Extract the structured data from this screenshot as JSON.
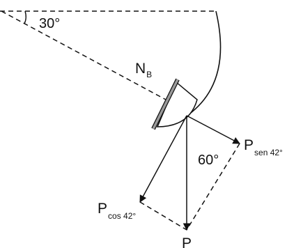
{
  "diagram": {
    "angle_top": "30°",
    "angle_mid": "60°",
    "normal_force": {
      "main": "N",
      "sub": "B"
    },
    "weight": "P",
    "component_cos": {
      "main": "P",
      "sub": "cos 42°"
    },
    "component_sen": {
      "main": "P",
      "sub": "sen 42°"
    }
  },
  "colors": {
    "ink": "#111111",
    "cup_fill": "#ffffff",
    "plate_fill": "#9a9a9a"
  }
}
